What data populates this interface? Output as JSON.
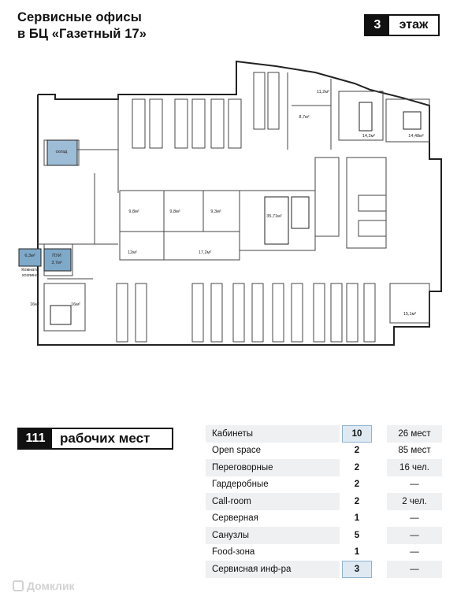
{
  "header": {
    "title_line1": "Сервисные офисы",
    "title_line2": "в БЦ «Газетный 17»",
    "floor_number": "3",
    "floor_word": "этаж"
  },
  "plan": {
    "room_labels": [
      "склад",
      "6,3м²",
      "ПУИ",
      "3,7м²",
      "Комната",
      "хозяина",
      "11,2м²",
      "8,7м²",
      "14,2м²",
      "14,48м²",
      "9,8м²",
      "9,8м²",
      "9,3м²",
      "35,71м²",
      "12м²",
      "17,2м²",
      "16м²",
      "16м²",
      "15,1м²"
    ],
    "accent_color": "#7fa9c9"
  },
  "summary": {
    "workplaces_number": "111",
    "workplaces_label": "рабочих мест"
  },
  "stats": [
    {
      "label": "Кабинеты",
      "value": "10",
      "capacity": "26 мест"
    },
    {
      "label": "Open space",
      "value": "2",
      "capacity": "85 мест"
    },
    {
      "label": "Переговорные",
      "value": "2",
      "capacity": "16 чел."
    },
    {
      "label": "Гардеробные",
      "value": "2",
      "capacity": "—"
    },
    {
      "label": "Call-room",
      "value": "2",
      "capacity": "2 чел."
    },
    {
      "label": "Серверная",
      "value": "1",
      "capacity": "—"
    },
    {
      "label": "Санузлы",
      "value": "5",
      "capacity": "—"
    },
    {
      "label": "Food-зона",
      "value": "1",
      "capacity": "—"
    },
    {
      "label": "Сервисная инф-ра",
      "value": "3",
      "capacity": "—"
    }
  ],
  "watermark": "Домклик"
}
